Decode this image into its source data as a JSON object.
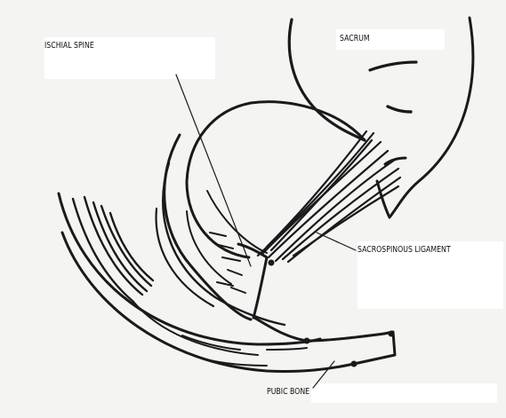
{
  "labels": {
    "ischial_spine": "ISCHIAL SPINE",
    "sacrum": "SACRUM",
    "sacrospinous_ligament": "SACROSPINOUS LIGAMENT",
    "pubic_bone": "PUBIC BONE"
  },
  "colors": {
    "background": "#f4f4f2",
    "ink": "#1a1a1a",
    "answer_box": "#ffffff"
  }
}
